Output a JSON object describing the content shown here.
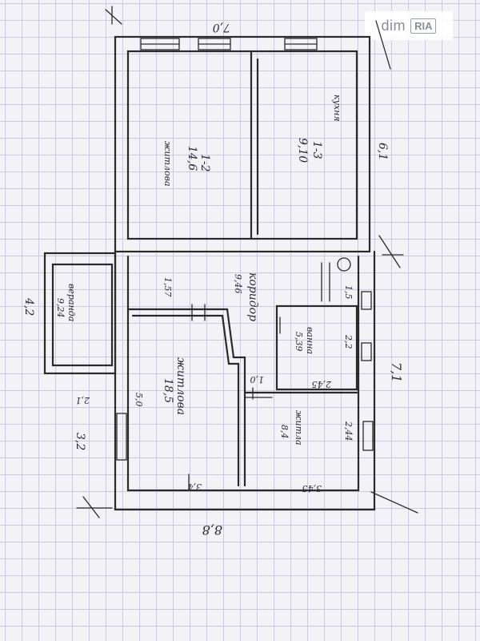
{
  "watermark": {
    "brand": "dim",
    "partner": "RIA"
  },
  "plan": {
    "dimensions": {
      "top_width": "7,0",
      "upper_height": "6,1",
      "right_lower_height": "7,1",
      "bottom_width": "8,8",
      "left_lower_height": "3,2",
      "veranda_height": "4,2",
      "veranda_width": "2,1",
      "living_room_height": "5,0",
      "corridor_width": "1,57",
      "bathroom_height": "2,2",
      "bathroom_width": "2,45",
      "living_room_width": "3,4",
      "kitchen_room_width": "3,45",
      "kitchen_room_height": "2,44",
      "wall_step": "1,0",
      "small_dim": "1,5"
    },
    "rooms": {
      "room_left": {
        "code": "1-2",
        "name": "житлова",
        "area": "14,6"
      },
      "room_right": {
        "code": "1-3",
        "name": "кухня",
        "area": "9,10"
      },
      "corridor": {
        "name": "коридор",
        "area": "9,46"
      },
      "veranda": {
        "name": "веранда",
        "area": "9,24"
      },
      "bathroom": {
        "name": "ванна",
        "area": "5,39"
      },
      "living_room": {
        "name": "житлова",
        "area": "18,5"
      },
      "kitchen": {
        "name": "житла",
        "area": "8,4"
      }
    }
  }
}
